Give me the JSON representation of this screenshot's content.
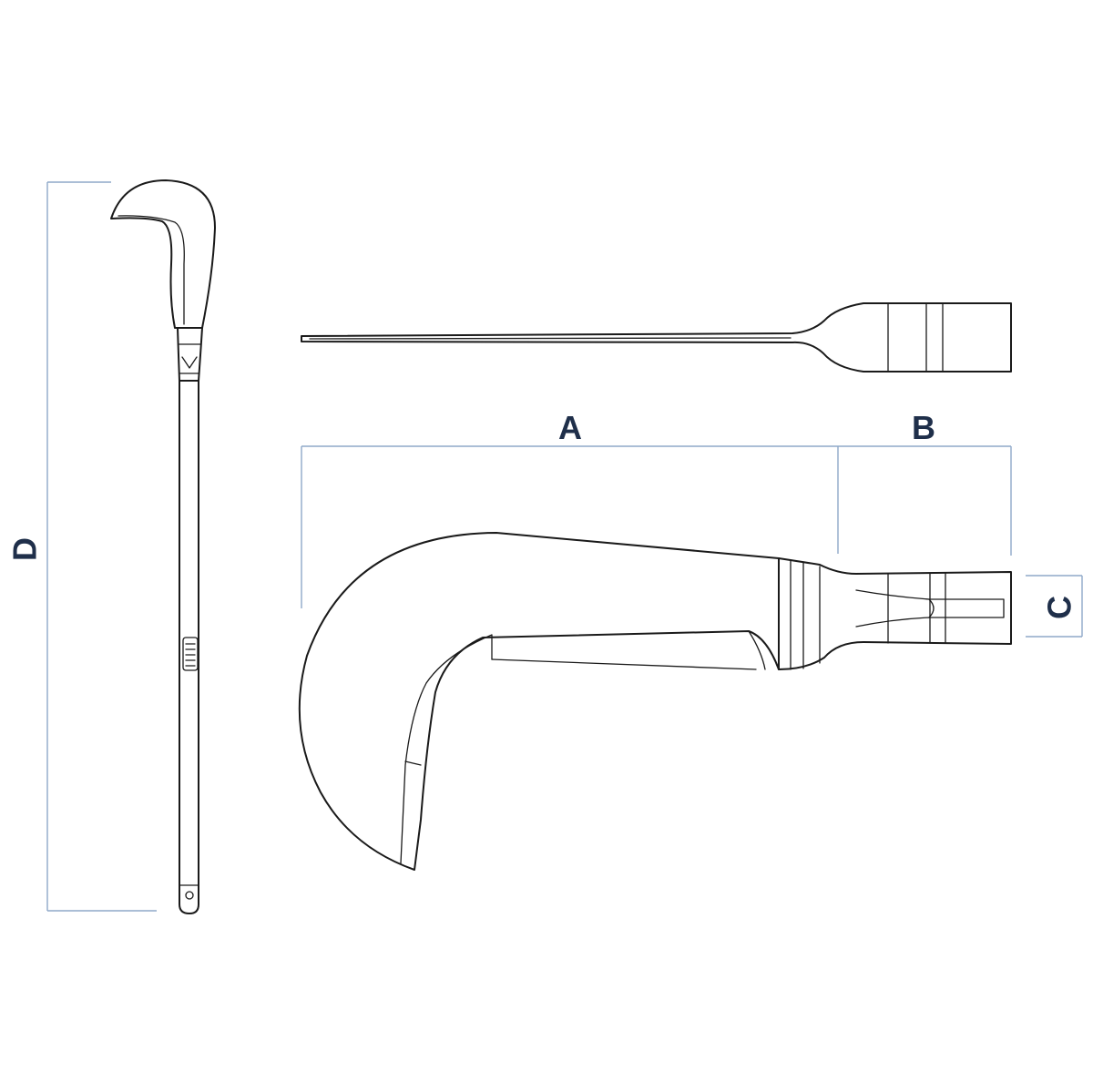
{
  "dimensions": {
    "A": "A",
    "B": "B",
    "C": "C",
    "D": "D"
  },
  "colors": {
    "outline": "#1a1a1a",
    "dimension_line": "#8fa9c9",
    "label": "#1f2f4a",
    "background": "#ffffff"
  }
}
